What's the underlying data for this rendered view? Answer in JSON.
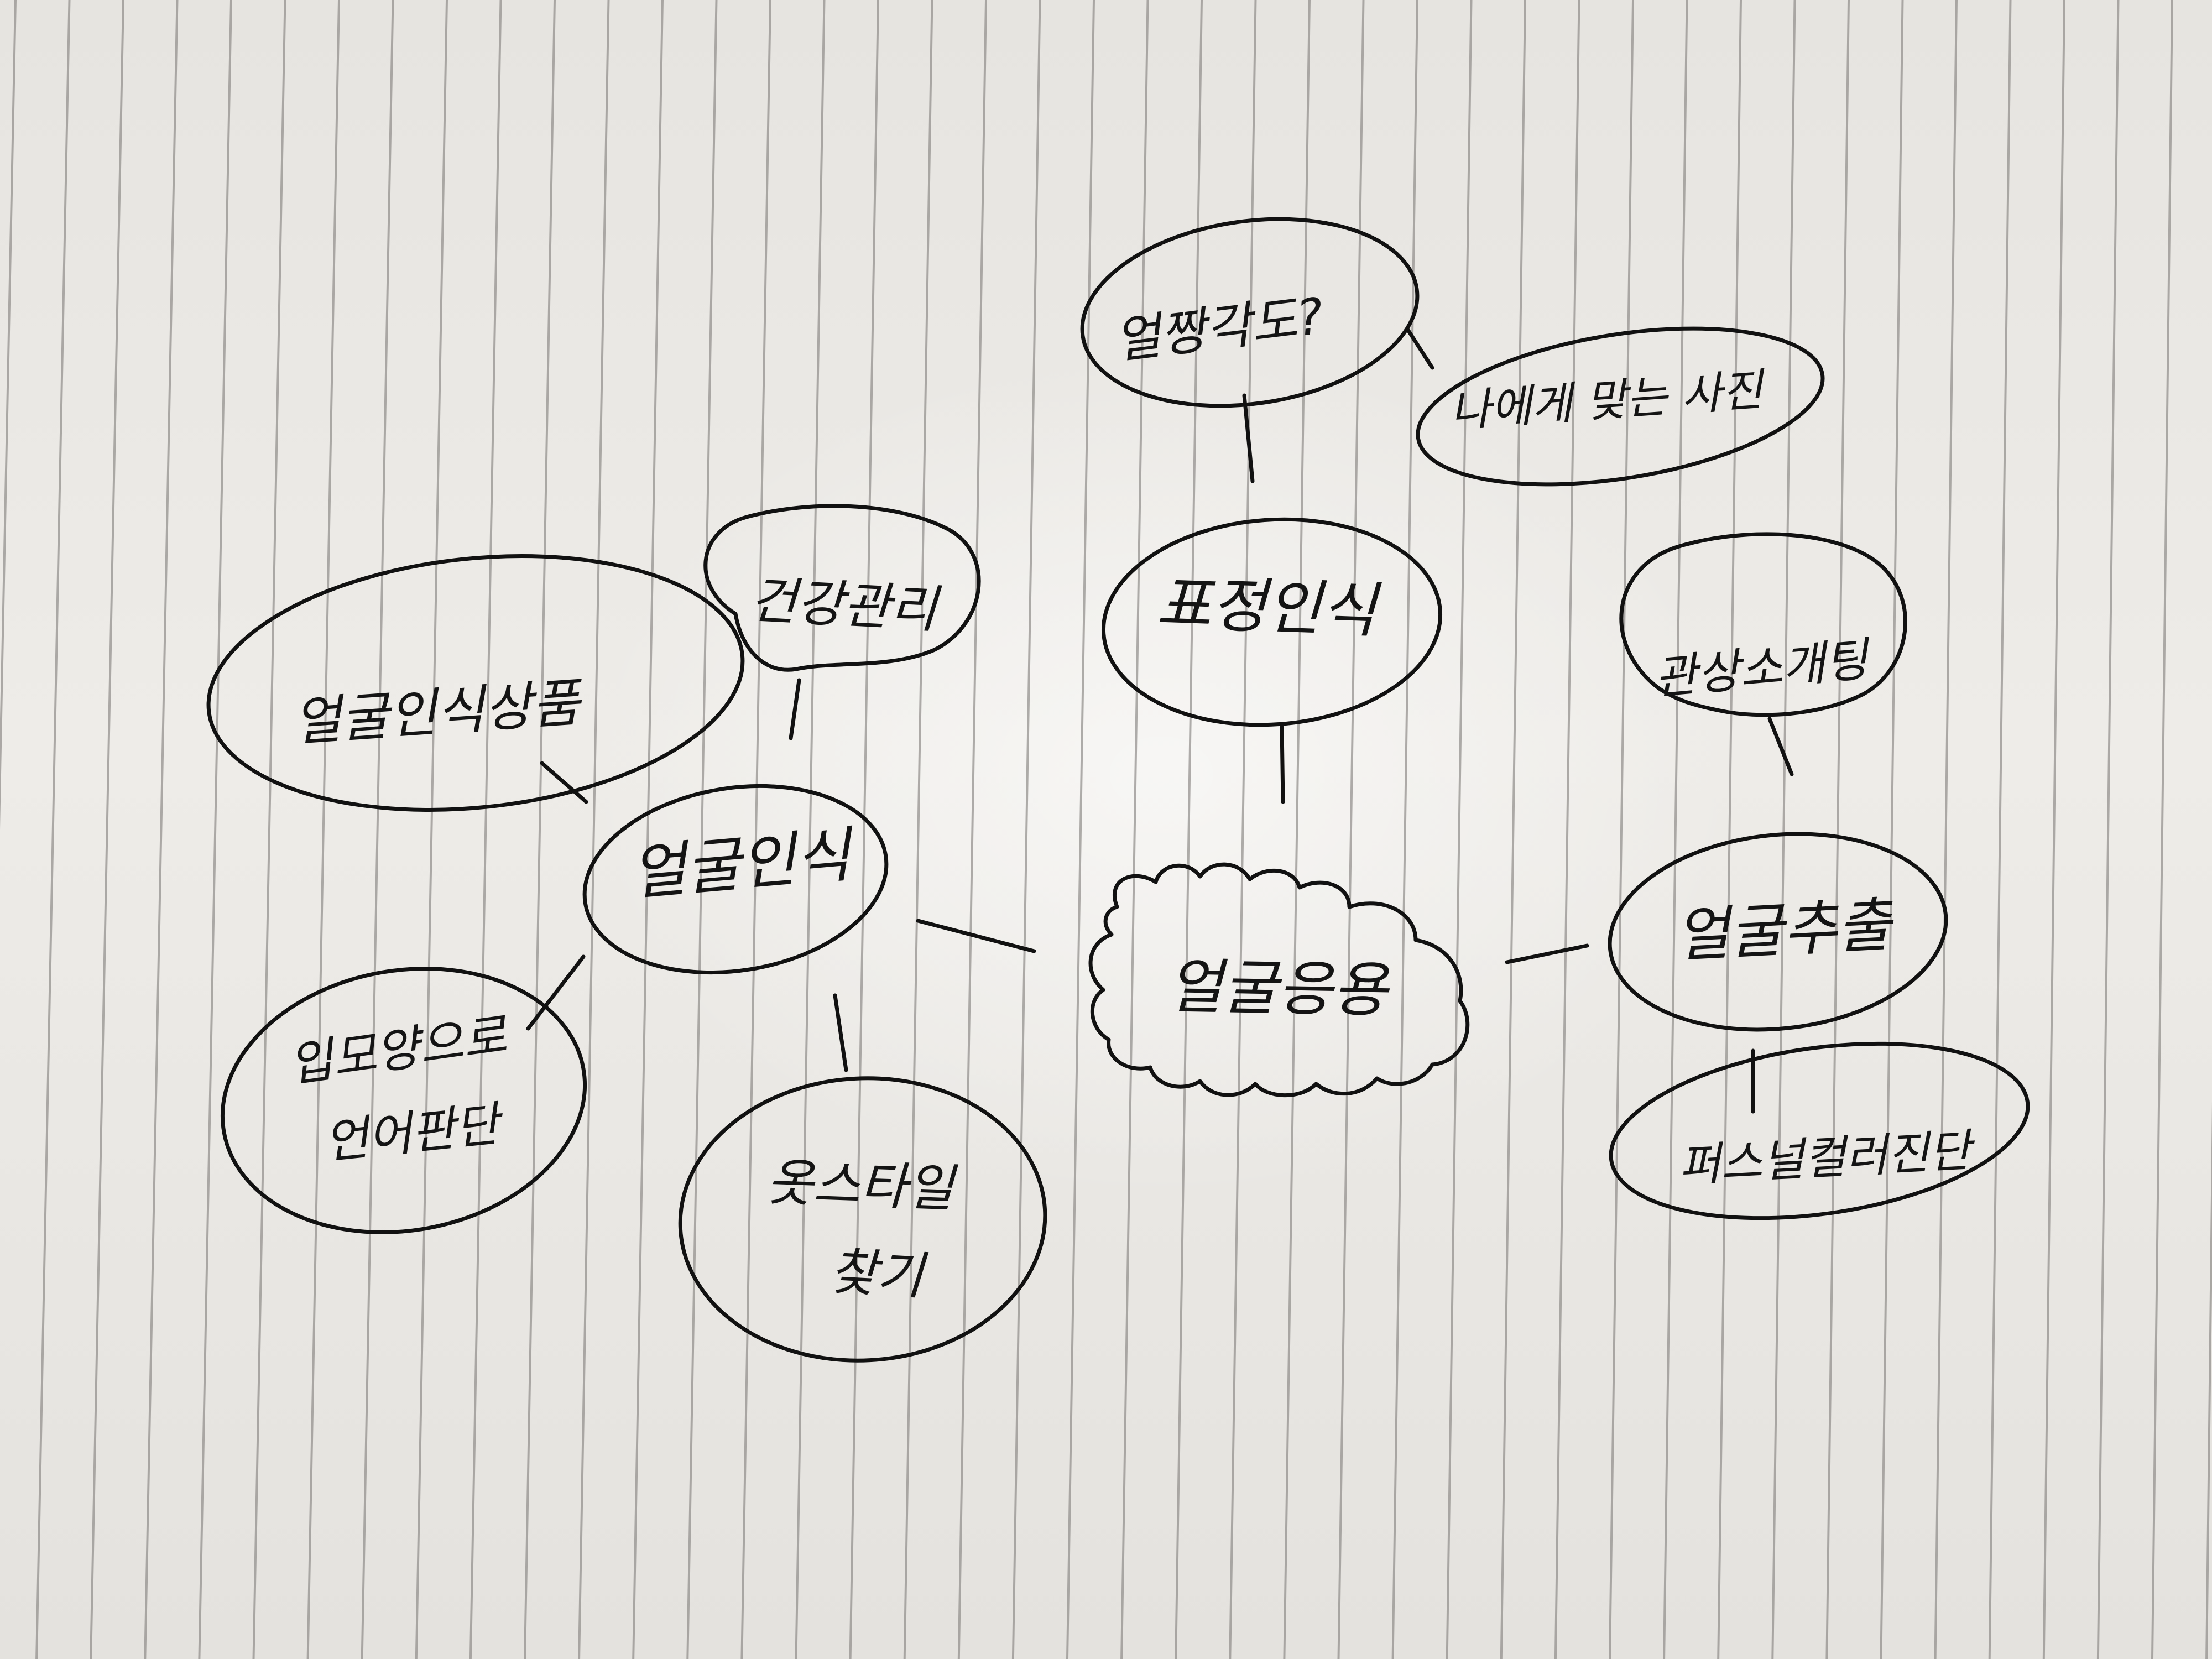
{
  "mindmap": {
    "center": {
      "label": "얼굴응용"
    },
    "branches": {
      "recognition": {
        "label": "얼굴인식"
      },
      "recognition_product": {
        "label": "얼굴인식상품"
      },
      "health": {
        "label": "건강관리"
      },
      "lip_shape": {
        "line1": "입모양으로",
        "line2": "언어판단"
      },
      "clothing": {
        "line1": "옷스타일",
        "line2": "찾기"
      },
      "expression": {
        "label": "표정인식"
      },
      "shot_angle": {
        "label": "얼짱각도?"
      },
      "best_photo": {
        "label": "나에게 맞는 사진"
      },
      "extraction": {
        "label": "얼굴추출"
      },
      "physiognomy": {
        "label": "관상소개팅"
      },
      "personal_color": {
        "label": "퍼스널컬러진단"
      }
    }
  }
}
